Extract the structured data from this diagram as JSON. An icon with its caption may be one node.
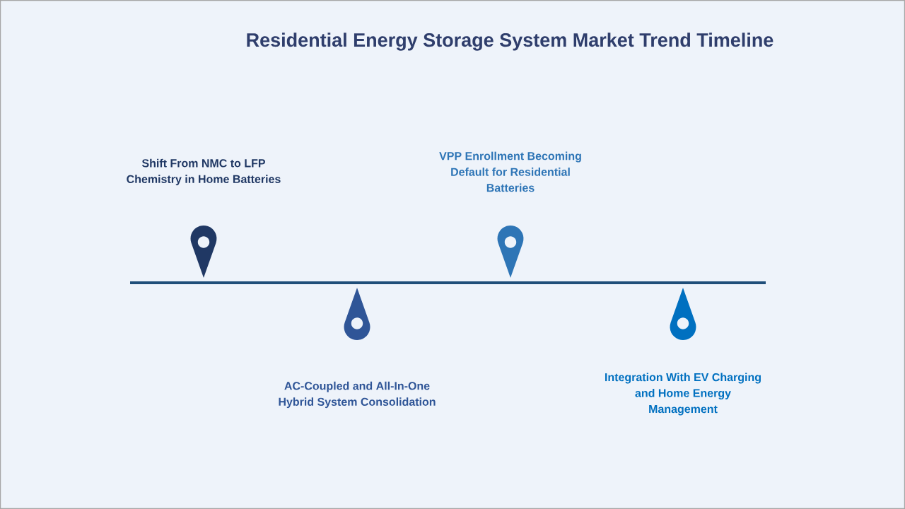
{
  "diagram": {
    "title": "Residential Energy Storage System Market Trend Timeline",
    "labels": [
      "Shift From NMC to LFP Chemistry in Home Batteries",
      "AC-Coupled and All-In-One Hybrid System Consolidation",
      "VPP Enrollment Becoming Default for Residential Batteries",
      "Integration With EV Charging and Home Energy Management"
    ]
  }
}
